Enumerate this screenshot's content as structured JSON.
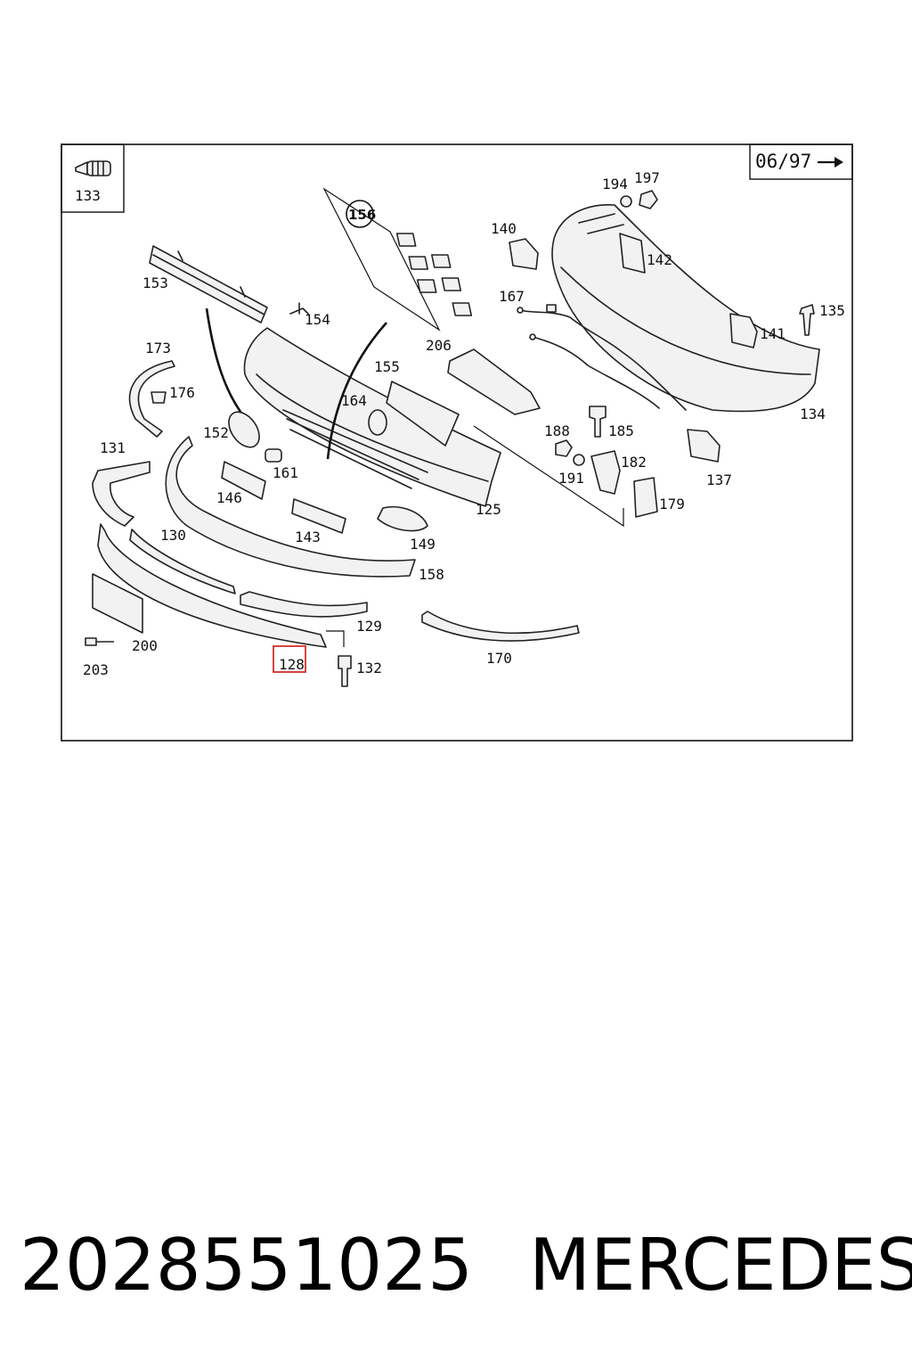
{
  "diagram": {
    "date_range": "06/97",
    "arrow_icon": "right-arrow-icon",
    "highlight_color": "#d32f2f",
    "highlighted_part": "128",
    "callouts": {
      "c125": "125",
      "c128": "128",
      "c129": "129",
      "c130": "130",
      "c131": "131",
      "c132": "132",
      "c133": "133",
      "c134": "134",
      "c135": "135",
      "c137": "137",
      "c140": "140",
      "c141": "141",
      "c142": "142",
      "c143": "143",
      "c146": "146",
      "c149": "149",
      "c152": "152",
      "c153": "153",
      "c154": "154",
      "c155": "155",
      "c156": "156",
      "c158": "158",
      "c161": "161",
      "c164": "164",
      "c167": "167",
      "c170": "170",
      "c173": "173",
      "c176": "176",
      "c179": "179",
      "c182": "182",
      "c185": "185",
      "c188": "188",
      "c191": "191",
      "c194": "194",
      "c197": "197",
      "c200": "200",
      "c203": "203",
      "c206": "206"
    }
  },
  "footer": {
    "part_number": "2028551025",
    "brand": "MERCEDES"
  }
}
